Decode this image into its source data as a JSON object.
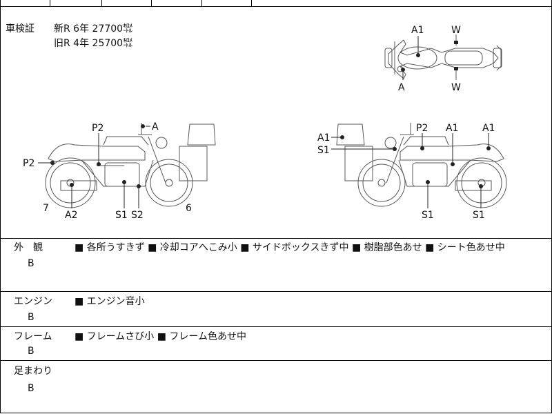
{
  "inspection": {
    "label": "車検証",
    "new_row": "新R  6年  27700㌖",
    "old_row": "旧R  4年  25700㌖"
  },
  "diagram_marks": {
    "top": [
      "A1",
      "W",
      "A",
      "W"
    ],
    "left": [
      "P2",
      "A",
      "P2",
      "7",
      "A2",
      "S1",
      "S2",
      "6"
    ],
    "right": [
      "A1",
      "P2",
      "A1",
      "A1",
      "S1",
      "S1",
      "S1"
    ]
  },
  "sections": [
    {
      "category": "外　観",
      "grade": "B",
      "notes": "■ 各所うすきず ■ 冷却コアへこみ小 ■ サイドボックスきず中 ■ 樹脂部色あせ ■ シート色あせ中"
    },
    {
      "category": "エンジン",
      "grade": "B",
      "notes": "■ エンジン音小"
    },
    {
      "category": "フレーム",
      "grade": "B",
      "notes": "■ フレームさび小 ■ フレーム色あせ中"
    },
    {
      "category": "足まわり",
      "grade": "B",
      "notes": ""
    }
  ]
}
